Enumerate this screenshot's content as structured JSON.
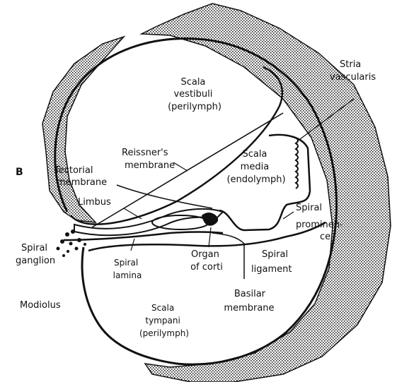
{
  "figure": {
    "panel_letter": "B",
    "labels": {
      "scala_vestibuli": [
        "Scala",
        "vestibuli",
        "(perilymph)"
      ],
      "stria_vascularis": [
        "Stria",
        "vascularis"
      ],
      "reissners_membrane": [
        "Reissner's",
        "membrane"
      ],
      "scala_media": [
        "Scala",
        "media",
        "(endolymph)"
      ],
      "tectorial_membrane": [
        "Tectorial",
        "membrane"
      ],
      "limbus": [
        "Limbus"
      ],
      "spiral_prominence": [
        "Spiral",
        "prominen-",
        "ce"
      ],
      "spiral_ganglion": [
        "Spiral",
        "ganglion"
      ],
      "spiral_lamina": [
        "Spiral",
        "lamina"
      ],
      "organ_of_corti": [
        "Organ",
        "of corti"
      ],
      "spiral_ligament": [
        "Spiral",
        "ligament"
      ],
      "basilar_membrane": [
        "Basilar",
        "membrane"
      ],
      "modiolus": [
        "Modiolus"
      ],
      "scala_tympani": [
        "Scala",
        "tympani",
        "(perilymph)"
      ]
    }
  }
}
